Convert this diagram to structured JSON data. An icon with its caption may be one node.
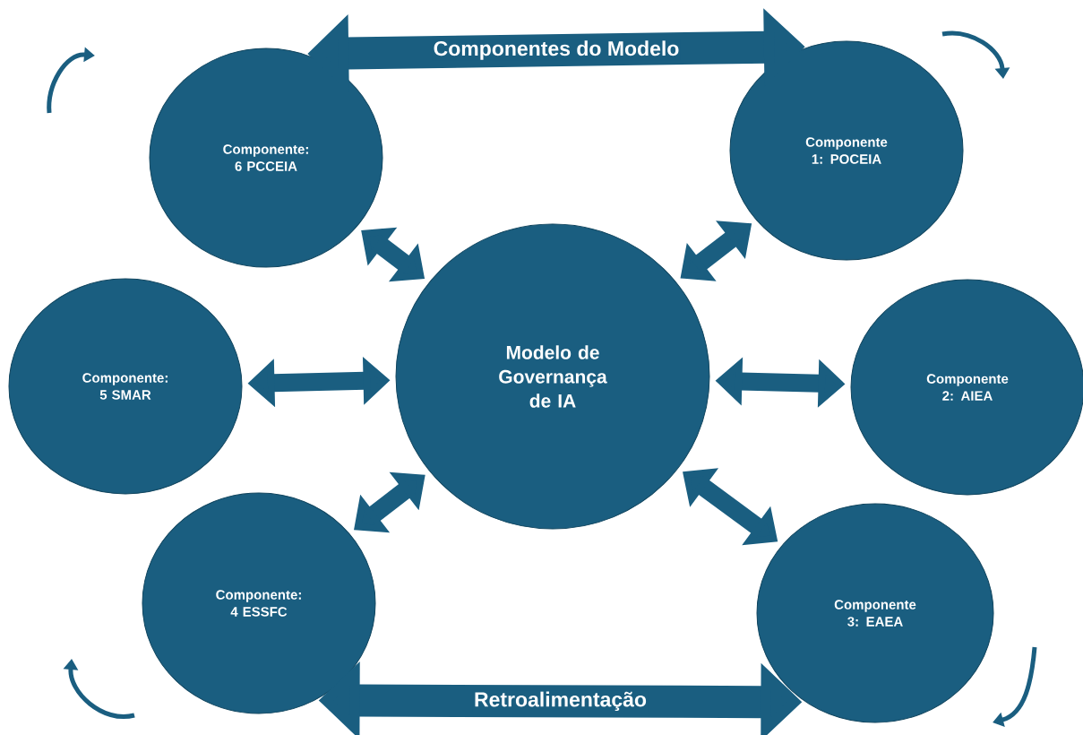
{
  "diagram": {
    "nodes": [
      {
        "text": [
          "Componente: 6 PCCEIA"
        ]
      },
      {
        "text": [
          "Componente 1: POCEIA"
        ]
      },
      {
        "text": [
          "Componente: 5 SMAR"
        ]
      },
      {
        "text": [
          "Modelo de Governança de IA"
        ]
      },
      {
        "text": [
          "Componente 2: AIEA"
        ]
      },
      {
        "text": [
          "Componente: 4 ESSFC"
        ]
      },
      {
        "text": [
          "Componente 3: EAEA"
        ]
      }
    ],
    "edges": [
      {
        "from": 0,
        "to": 1,
        "arrow": "both",
        "label": "Componentes do Modelo",
        "style": "thick"
      },
      {
        "from": 3,
        "to": 0,
        "arrow": "both"
      },
      {
        "from": 3,
        "to": 1,
        "arrow": "both"
      },
      {
        "from": 3,
        "to": 2,
        "arrow": "both"
      },
      {
        "from": 3,
        "to": 4,
        "arrow": "both"
      },
      {
        "from": 3,
        "to": 5,
        "arrow": "both"
      },
      {
        "from": 3,
        "to": 6,
        "arrow": "both"
      },
      {
        "from": 5,
        "to": 6,
        "arrow": "both",
        "label": "Retroalimentação",
        "style": "thick"
      }
    ]
  }
}
